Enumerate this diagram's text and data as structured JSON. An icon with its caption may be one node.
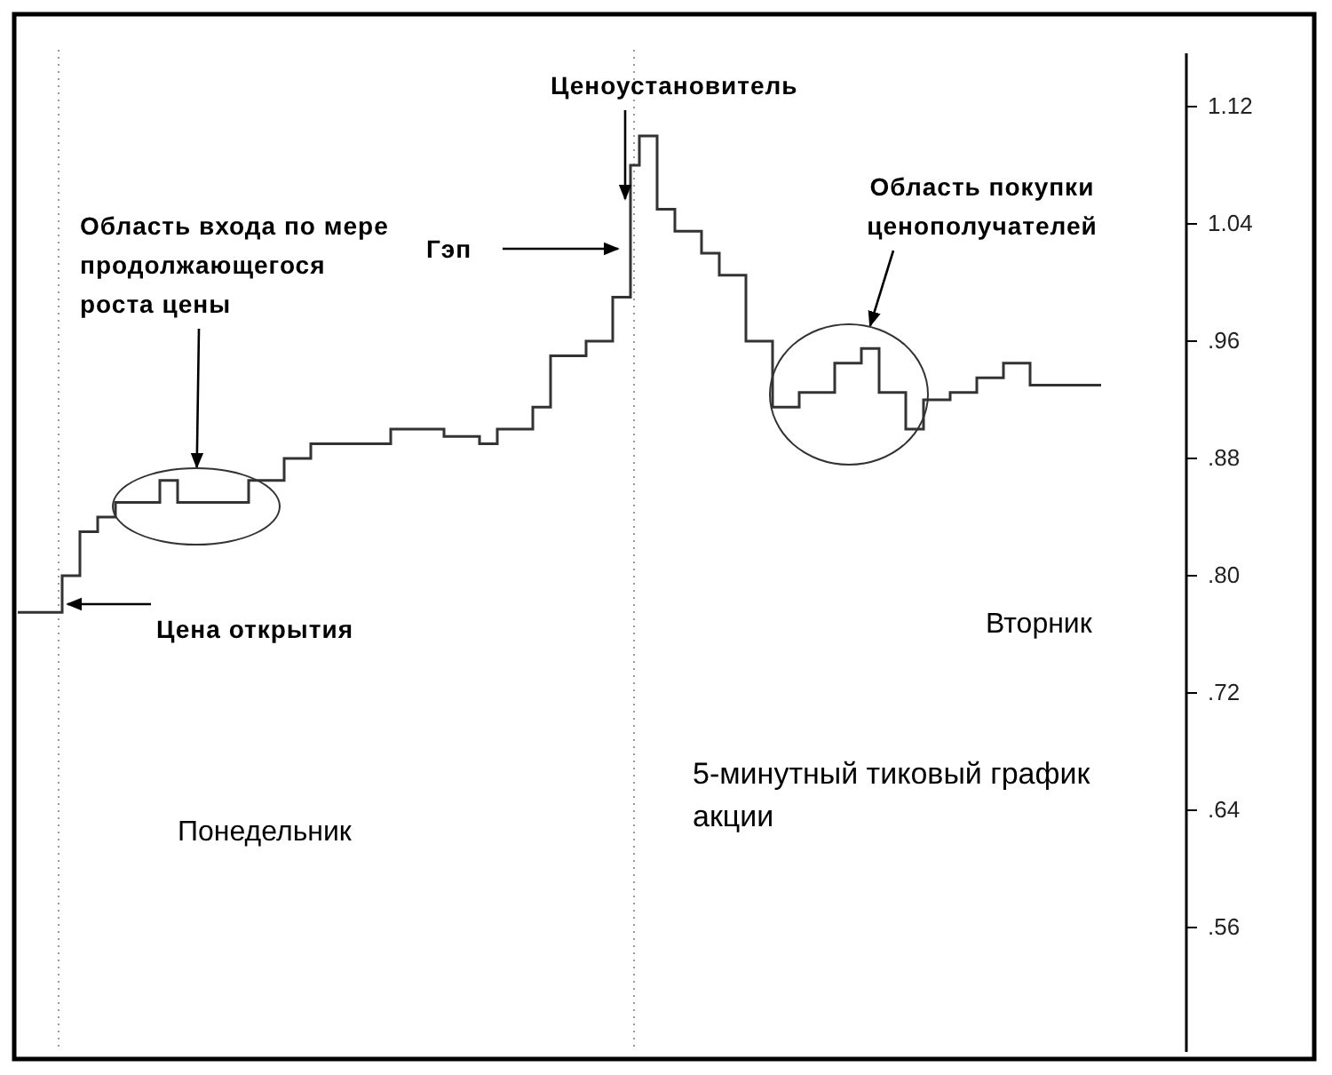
{
  "diagram": {
    "nodes": [
      {
        "text": [
          "Ценоустановитель"
        ]
      },
      {
        "text": [
          "Область входа по мере продолжающегося роста цены"
        ]
      },
      {
        "text": [
          "Гэп"
        ]
      },
      {
        "text": [
          "Область покупки ценополучателей"
        ]
      },
      {
        "text": [],
        "shape": "ellipse"
      },
      {
        "text": [],
        "shape": "ellipse"
      },
      {
        "text": [
          "Цена открытия"
        ]
      }
    ],
    "edges": [
      {
        "from": 0,
        "to": null,
        "arrow": "to"
      },
      {
        "from": 1,
        "to": 4,
        "arrow": "to"
      },
      {
        "from": 2,
        "to": null,
        "arrow": "to"
      },
      {
        "from": 3,
        "to": 5,
        "arrow": "to"
      },
      {
        "from": 6,
        "to": null,
        "arrow": "to"
      }
    ],
    "labels": [
      "1.12",
      "1.04",
      ".96",
      ".88",
      ".80",
      "Вторник",
      ".72",
      "5-минутный тиковый график акции",
      "Понедельник",
      ".64",
      ".56"
    ]
  }
}
